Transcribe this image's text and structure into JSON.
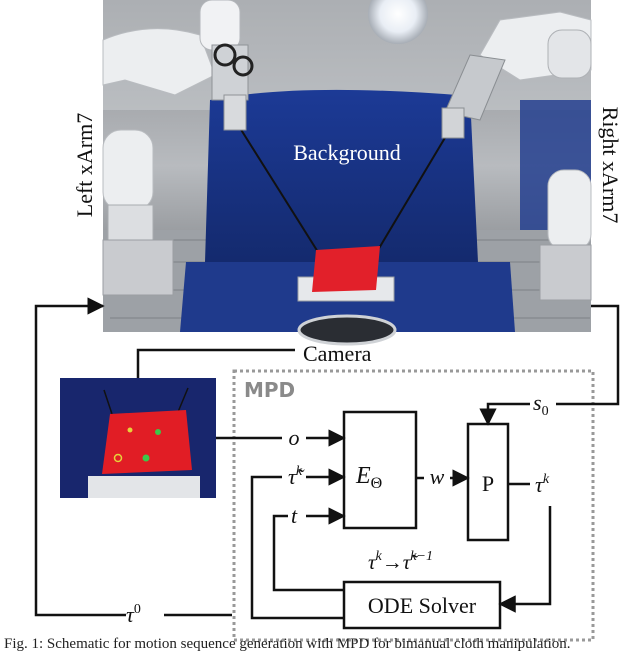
{
  "photo": {
    "background_label": "Background",
    "left_arm_label": "Left xArm7",
    "right_arm_label": "Right xArm7"
  },
  "camera_label": "Camera",
  "mpd": {
    "label": "MPD",
    "encoder": {
      "symbol": "E",
      "subscript": "Θ"
    },
    "projection_label": "P",
    "ode_solver_label": "ODE Solver",
    "update_rule": {
      "lhs": "τ",
      "lhs_sup": "k",
      "arrow": "→",
      "rhs": "τ̃",
      "rhs_sup": "k−1"
    }
  },
  "signals": {
    "o": "o",
    "tau_tilde": {
      "base": "τ̃",
      "sup": "k"
    },
    "t": "t",
    "w": "w",
    "s0": {
      "base": "s",
      "sub": "0"
    },
    "tau_k": {
      "base": "τ",
      "sup": "k"
    },
    "tau0": {
      "base": "τ",
      "sup": "0"
    }
  },
  "caption": "Fig. 1: Schematic for motion sequence generation with MPD for bimanual cloth manipulation."
}
